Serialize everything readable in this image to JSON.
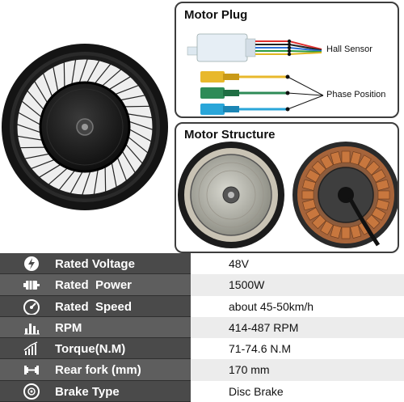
{
  "plug_panel": {
    "title": "Motor Plug",
    "hall_label": "Hall Sensor",
    "phase_label": "Phase Position"
  },
  "structure_panel": {
    "title": "Motor Structure"
  },
  "specs": [
    {
      "icon": "lightning-icon",
      "label": "Rated Voltage",
      "value": "48V"
    },
    {
      "icon": "motor-icon",
      "label": "Rated  Power",
      "value": "1500W"
    },
    {
      "icon": "speedometer-icon",
      "label": "Rated  Speed",
      "value": "about 45-50km/h"
    },
    {
      "icon": "bar-chart-icon",
      "label": "RPM",
      "value": "414-487 RPM"
    },
    {
      "icon": "torque-chart-icon",
      "label": "Torque(N.M)",
      "value": "71-74.6 N.M"
    },
    {
      "icon": "dumbbell-icon",
      "label": "Rear fork (mm)",
      "value": "170 mm"
    },
    {
      "icon": "brake-disc-icon",
      "label": "Brake Type",
      "value": "Disc Brake"
    }
  ],
  "colors": {
    "label_bg": "#4a4a4a",
    "label_bg_alt": "#5e5e5e",
    "value_bg_alt": "#ececec",
    "phase_yellow": "#e8b82c",
    "phase_green": "#2e8b57",
    "phase_blue": "#2aa6d9"
  }
}
